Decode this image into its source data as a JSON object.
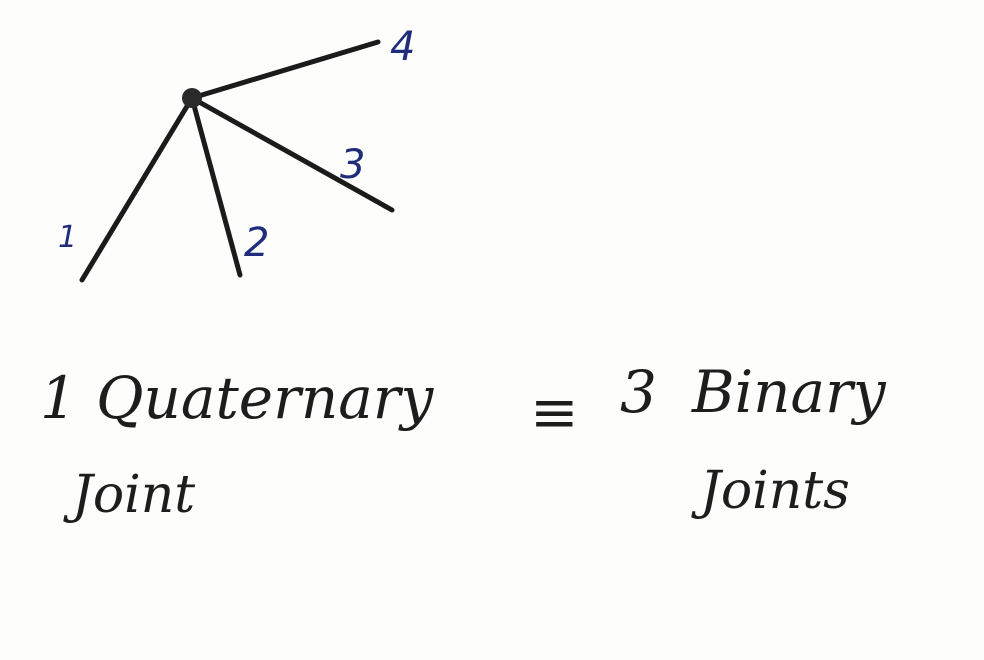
{
  "link_labels": [
    "1",
    "2",
    "3",
    "4"
  ],
  "equation": {
    "left_count": "1",
    "left_type": "Quaternary",
    "left_unit": "Joint",
    "relation": "≡",
    "right_count": "3",
    "right_type": "Binary",
    "right_unit": "Joints"
  },
  "colors": {
    "ink": "#1b1b1b",
    "number_ink": "#1f2d7a",
    "paper": "#fdfdfb"
  }
}
